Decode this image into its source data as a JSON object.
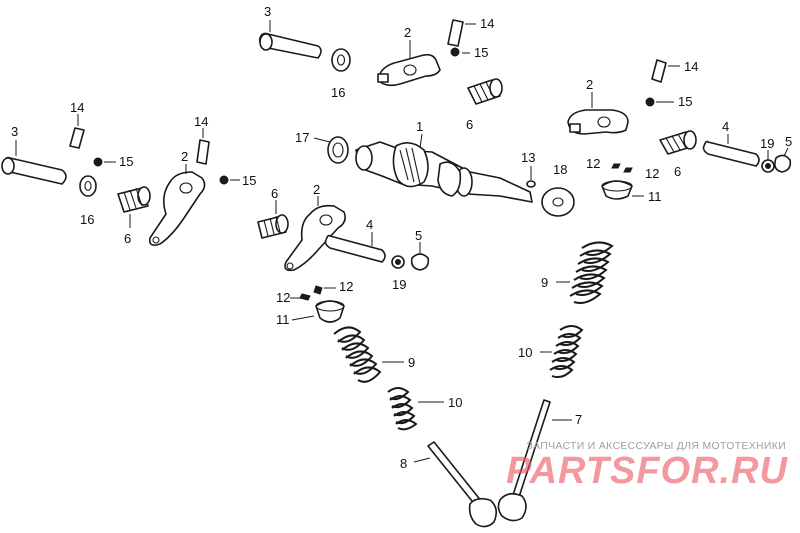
{
  "callouts": {
    "c3a": "3",
    "c14a": "14",
    "c2a": "2",
    "c15a": "15",
    "c16a": "16",
    "c6a": "6",
    "c14b": "14",
    "c2b": "2",
    "c15b": "15",
    "c4a": "4",
    "c19a": "19",
    "c5a": "5",
    "c6b": "6",
    "c17": "17",
    "c1": "1",
    "c13": "13",
    "c18": "18",
    "c12a": "12",
    "c12b": "12",
    "c11a": "11",
    "c3b": "3",
    "c14c": "14",
    "c15c": "15",
    "c16b": "16",
    "c6c": "6",
    "c14d": "14",
    "c2c": "2",
    "c15d": "15",
    "c6d": "6",
    "c2d": "2",
    "c4b": "4",
    "c5b": "5",
    "c19b": "19",
    "c12c": "12",
    "c12d": "12",
    "c11b": "11",
    "c9a": "9",
    "c10a": "10",
    "c9b": "9",
    "c10b": "10",
    "c8": "8",
    "c7": "7"
  },
  "watermark": {
    "tagline": "ЗАПЧАСТИ И АКСЕССУАРЫ ДЛЯ МОТОТЕХНИКИ",
    "logo": "PARTSFOR.RU",
    "logo_color": "#e85a64"
  }
}
